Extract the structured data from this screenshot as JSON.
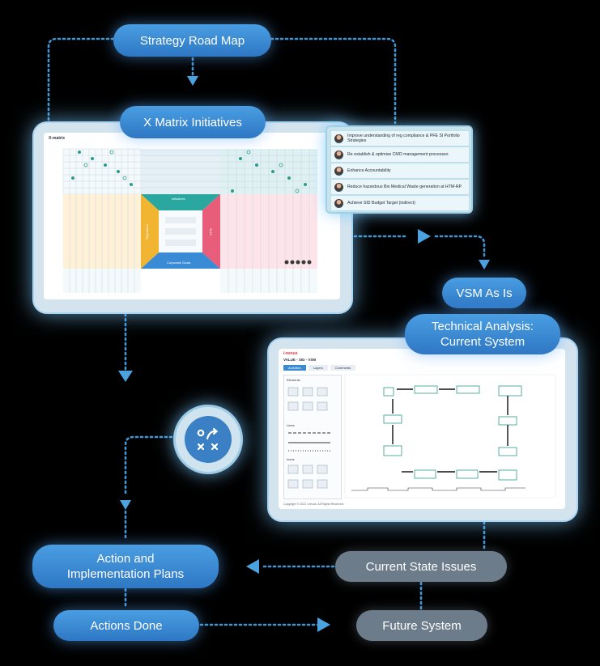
{
  "nodes": {
    "strategy_road_map": "Strategy Road Map",
    "x_matrix_initiatives": "X Matrix Initiatives",
    "vsm_as_is": "VSM As Is",
    "technical_analysis": "Technical Analysis: Current System",
    "action_plans": "Action and Implementation Plans",
    "current_state_issues": "Current State Issues",
    "actions_done": "Actions Done",
    "future_system": "Future System"
  },
  "xmatrix_screen": {
    "title": "X-matrix",
    "center_top": "Initiatives",
    "center_bottom": "Corporate Goals",
    "center_left": "Objectives",
    "center_right": "KPIs"
  },
  "initiative_popup": {
    "items": [
      "Improve understanding of reg compliance & PFE SI Portfolio Strategies",
      "Re establish & optimise CMO management processes",
      "Enhance Accountability",
      "Reduce hazardous Bio Medical Waste generation at HTM-RP",
      "Achieve SID Budget Target (indirect)"
    ]
  },
  "vsm_screen": {
    "app_name": "i-nexus",
    "breadcrumb": "VALUE - SID - VSM",
    "tabs": [
      "Activities",
      "Layers",
      "Comments"
    ],
    "palette_title": "Elements",
    "palette_lines": "Lines",
    "palette_icons": "Icons",
    "footer": "Copyright © 2022 i-nexus. All Rights Reserved."
  },
  "colors": {
    "background": "#000000",
    "node_blue": "#3a8bd6",
    "node_grey": "#6d7c8b",
    "connector": "#4aa3df",
    "glow": "#8fd3ff"
  },
  "icons": {
    "tactics": "tactics-play-icon"
  }
}
